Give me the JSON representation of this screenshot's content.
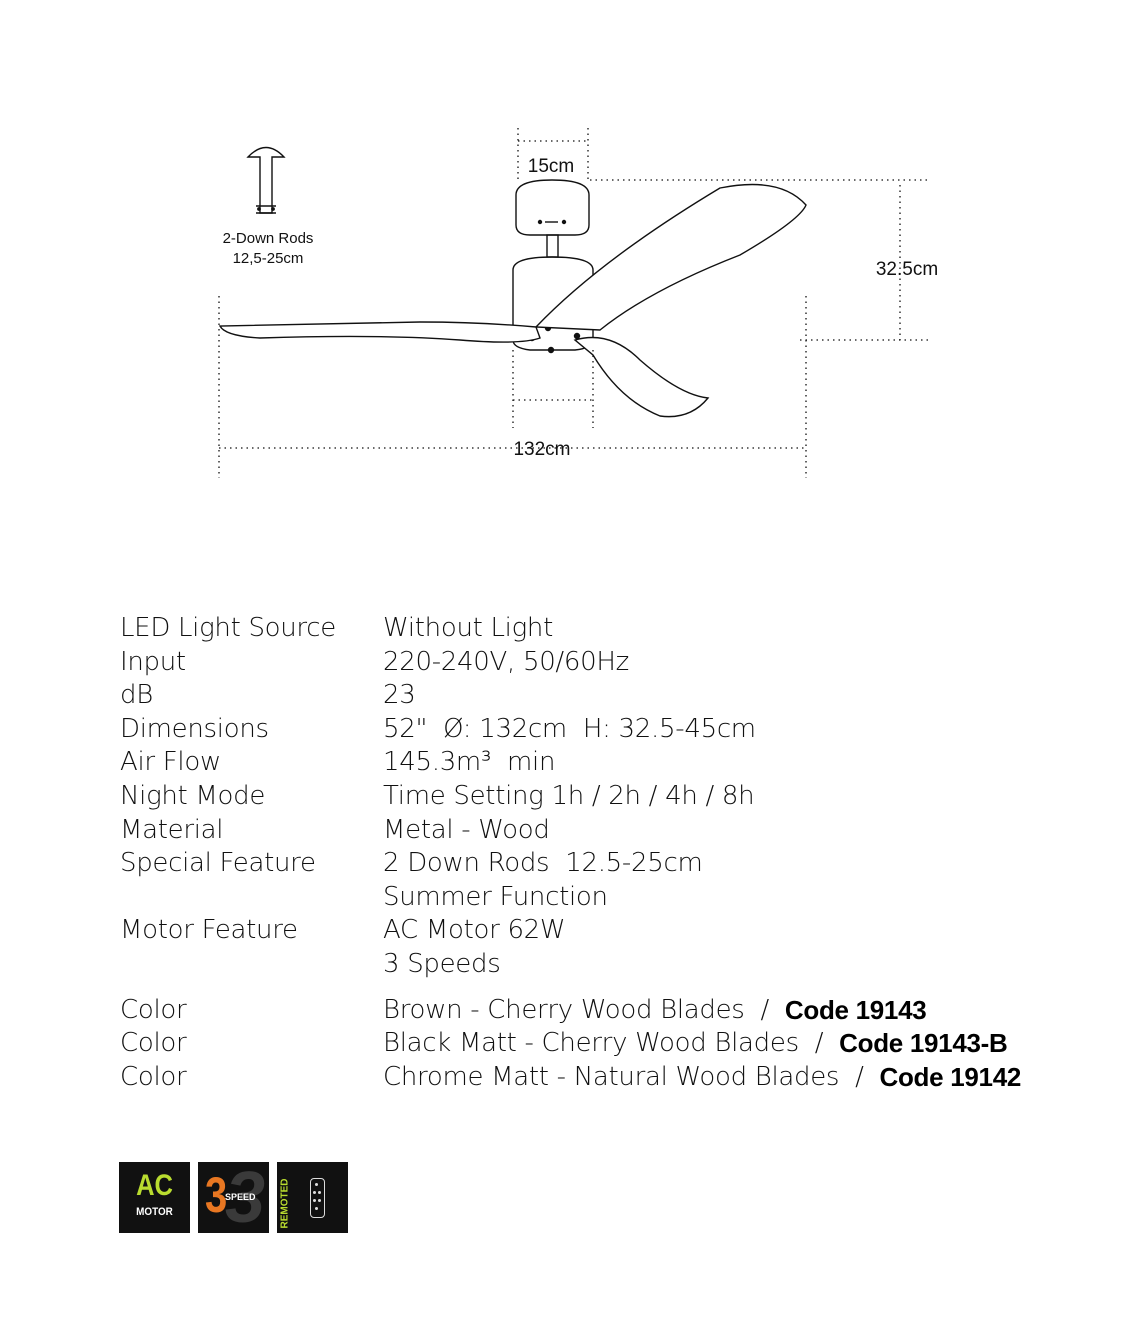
{
  "diagram": {
    "rod_title": "2-Down Rods",
    "rod_length": "12,5-25cm",
    "canopy_width": "15cm",
    "height": "32.5cm",
    "diameter": "132cm"
  },
  "specs": [
    {
      "label": "LED Light Source",
      "value": "Without Light"
    },
    {
      "label": "Input",
      "value": "220-240V, 50/60Hz"
    },
    {
      "label": "dB",
      "value": "23"
    },
    {
      "label": "Dimensions",
      "value": "52\"  Ø: 132cm  H: 32.5-45cm"
    },
    {
      "label": "Air Flow",
      "value": "145.3m³  min"
    },
    {
      "label": "Night Mode",
      "value": "Time Setting 1h / 2h / 4h / 8h"
    },
    {
      "label": "Material",
      "value": "Metal - Wood"
    },
    {
      "label": "Special Feature",
      "value": "2 Down Rods  12.5-25cm"
    },
    {
      "label": "",
      "value": "Summer Function"
    },
    {
      "label": "Motor Feature",
      "value": "AC Motor 62W"
    },
    {
      "label": "",
      "value": "3 Speeds"
    }
  ],
  "colors": [
    {
      "label": "Color",
      "value": "Brown - Cherry Wood Blades  /  ",
      "code": "Code 19143"
    },
    {
      "label": "Color",
      "value": "Black Matt - Cherry Wood Blades  /  ",
      "code": "Code 19143-B"
    },
    {
      "label": "Color",
      "value": "Chrome Matt - Natural Wood Blades  /  ",
      "code": "Code  19142"
    }
  ],
  "badges": {
    "ac": {
      "main": "AC",
      "sub": "MOTOR",
      "icon": "ac-motor-icon"
    },
    "speed": {
      "number": "3",
      "word": "SPEED",
      "icon": "three-speed-icon"
    },
    "remote": {
      "word": "REMOTED",
      "icon": "remote-control-icon"
    }
  },
  "palette": {
    "lime": "#b9dc2f",
    "orange": "#e87722",
    "badge_bg": "#111111"
  }
}
